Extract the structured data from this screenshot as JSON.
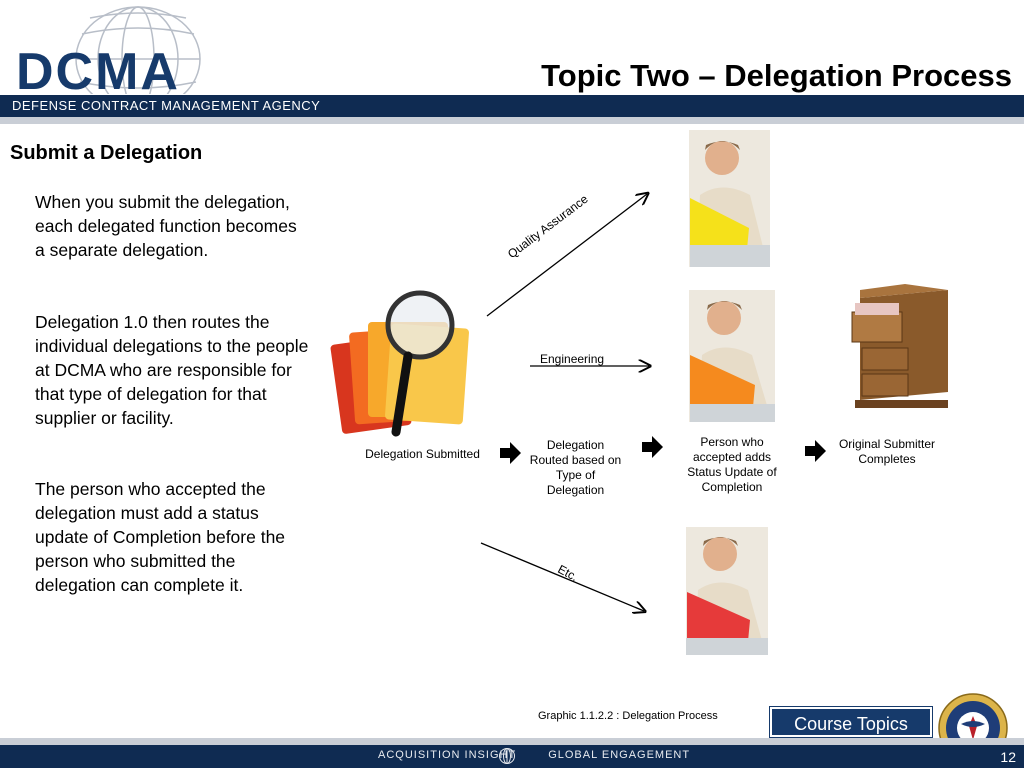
{
  "header": {
    "logo_text": "DCMA",
    "agency_name": "DEFENSE CONTRACT MANAGEMENT AGENCY",
    "title": "Topic Two – Delegation Process"
  },
  "content": {
    "section_heading": "Submit a Delegation",
    "paragraphs": [
      "When you submit the delegation, each delegated function becomes a separate delegation.",
      "Delegation 1.0 then routes the individual delegations to the people at DCMA who are responsible for that type of delegation for that supplier or facility.",
      "The person who accepted the delegation must add a status update of Completion before the person who submitted the delegation can complete it."
    ]
  },
  "diagram": {
    "step_submitted": "Delegation Submitted",
    "step_routed": "Delegation Routed based on Type of Delegation",
    "step_accepted": "Person who accepted adds Status Update of Completion",
    "step_original": "Original Submitter Completes",
    "route_qa": "Quality Assurance",
    "route_engineering": "Engineering",
    "route_etc": "Etc.",
    "folder_colors": [
      "#f5e11a",
      "#f58a1e",
      "#e63a3a"
    ]
  },
  "footer": {
    "caption": "Graphic 1.1.2.2 : Delegation Process",
    "course_topics": "Course Topics",
    "slogan_left": "ACQUISITION INSIGHT",
    "slogan_right": "GLOBAL ENGAGEMENT",
    "page_number": "12"
  },
  "colors": {
    "navy": "#0f2b52",
    "brand_blue": "#163a6b"
  }
}
